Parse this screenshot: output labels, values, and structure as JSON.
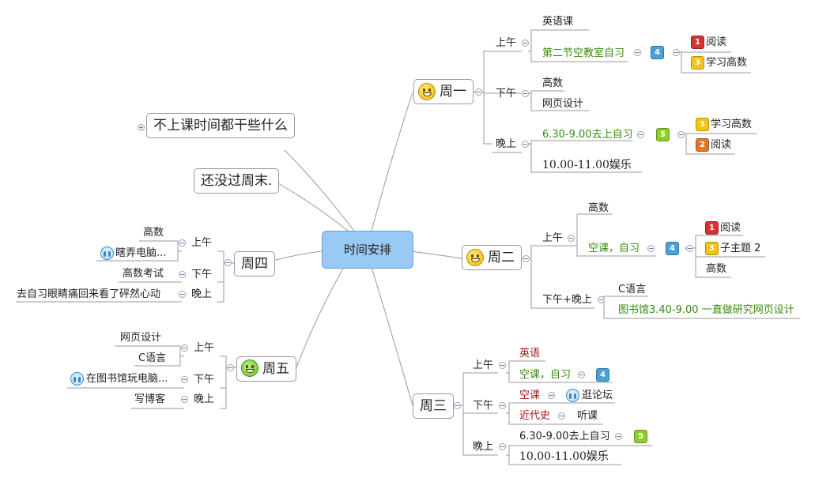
{
  "root": {
    "label": "时间安排"
  },
  "left": {
    "free_time": "不上课时间都干些什么",
    "weekend": "还没过周末.",
    "thu": {
      "label": "周四",
      "am": "上午",
      "pm": "下午",
      "eve": "晚上",
      "am_items": [
        "高数",
        "瞎弄电脑..."
      ],
      "pm_item": "高数考试",
      "eve_item": "去自习眼睛痛回来看了砰然心动"
    },
    "fri": {
      "label": "周五",
      "am": "上午",
      "pm": "下午",
      "eve": "晚上",
      "am_items": [
        "网页设计",
        "C语言"
      ],
      "pm_item": "在图书馆玩电脑...",
      "eve_item": "写博客"
    }
  },
  "mon": {
    "label": "周一",
    "am": "上午",
    "am_items": [
      "英语课",
      "第二节空教室自习"
    ],
    "am_badge": "4",
    "am_sub": [
      {
        "badge": "1",
        "text": "阅读"
      },
      {
        "badge": "3",
        "text": "学习高数"
      }
    ],
    "pm": "下午",
    "pm_items": [
      "高数",
      "网页设计"
    ],
    "eve": "晚上",
    "eve_items": [
      "6.30-9.00去上自习",
      "10.00-11.00娱乐"
    ],
    "eve_badge": "5",
    "eve_sub": [
      {
        "badge": "3",
        "text": "学习高数"
      },
      {
        "badge": "2",
        "text": "阅读"
      }
    ]
  },
  "tue": {
    "label": "周二",
    "am": "上午",
    "am_items": [
      "高数",
      "空课，自习"
    ],
    "am_badge": "4",
    "am_sub": [
      {
        "badge": "1",
        "text": "阅读"
      },
      {
        "badge": "3",
        "text": "子主题 2"
      },
      {
        "badge": "",
        "text": "高数"
      }
    ],
    "pm_eve": "下午+晚上",
    "pm_eve_items": [
      "C语言",
      "图书馆3.40-9.00  一直做研究网页设计"
    ]
  },
  "wed": {
    "label": "周三",
    "am": "上午",
    "am_items": [
      "英语",
      "空课，自习"
    ],
    "am_badge": "4",
    "pm": "下午",
    "pm_items": [
      "空课",
      "近代史"
    ],
    "pm_sub": [
      "逛论坛",
      "听课"
    ],
    "eve": "晚上",
    "eve_items": [
      "6.30-9.00去上自习",
      "10.00-11.00娱乐"
    ],
    "eve_badge": "5"
  },
  "colors": {
    "root_fill": "#99c9f5",
    "green_text": "#3a8a10",
    "red_text": "#a21818",
    "line": "#9a9a9a"
  },
  "icons": [
    "smiley-icon",
    "crying-icon",
    "priority-badge-icon",
    "collapse-icon",
    "expand-icon"
  ]
}
